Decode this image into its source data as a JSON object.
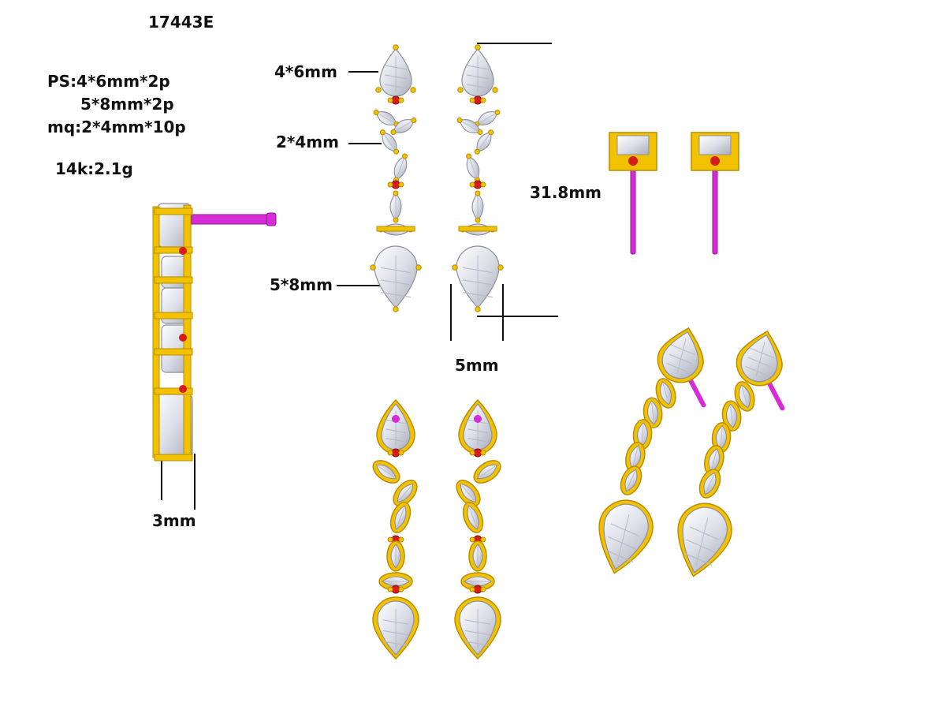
{
  "spec": {
    "model": "17443E",
    "lines": [
      "PS:4*6mm*2p",
      "5*8mm*2p",
      "mq:2*4mm*10p"
    ],
    "metal": "14k:2.1g"
  },
  "dimensions": {
    "top_stone": "4*6mm",
    "marquise": "2*4mm",
    "bottom_stone": "5*8mm",
    "length": "31.8mm",
    "width": "5mm",
    "depth": "3mm"
  },
  "colors": {
    "gold": "#f2c200",
    "gold_dark": "#b88e00",
    "stone": "#e6e8ef",
    "stone_shade": "#b9bcc8",
    "post": "#d62bd6",
    "accent_red": "#d81b1b"
  },
  "views": [
    "front-view",
    "side-view",
    "top-view",
    "back-view",
    "perspective-view"
  ]
}
